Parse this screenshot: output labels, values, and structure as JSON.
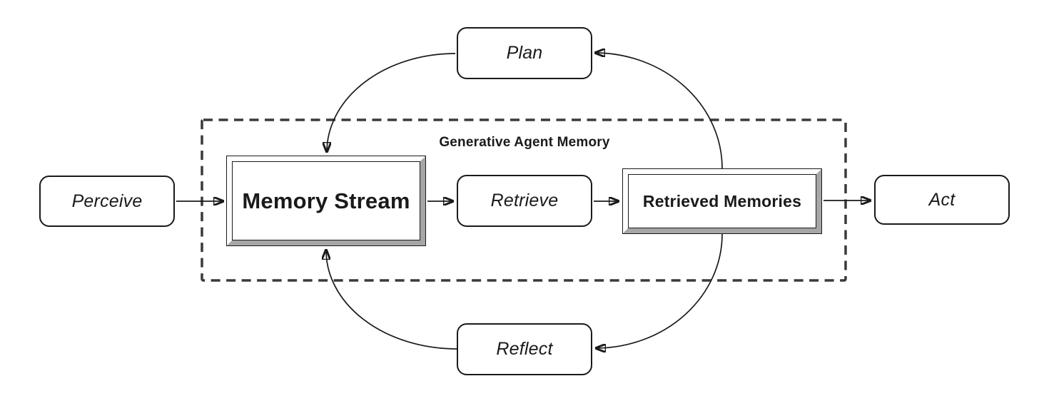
{
  "diagram": {
    "type": "flowchart",
    "group_label": "Generative Agent Memory",
    "nodes": {
      "perceive": {
        "label": "Perceive"
      },
      "memory_stream": {
        "label": "Memory Stream"
      },
      "retrieve": {
        "label": "Retrieve"
      },
      "retrieved_memories": {
        "label": "Retrieved Memories"
      },
      "act": {
        "label": "Act"
      },
      "plan": {
        "label": "Plan"
      },
      "reflect": {
        "label": "Reflect"
      }
    },
    "edges": [
      {
        "from": "perceive",
        "to": "memory_stream"
      },
      {
        "from": "memory_stream",
        "to": "retrieve"
      },
      {
        "from": "retrieve",
        "to": "retrieved_memories"
      },
      {
        "from": "retrieved_memories",
        "to": "act"
      },
      {
        "from": "retrieved_memories",
        "to": "plan"
      },
      {
        "from": "plan",
        "to": "memory_stream"
      },
      {
        "from": "retrieved_memories",
        "to": "reflect"
      },
      {
        "from": "reflect",
        "to": "memory_stream"
      }
    ],
    "colors": {
      "background": "#ffffff",
      "line": "#1a1a1a",
      "dashed_border": "#3a3a3a",
      "bevel_light": "#fdfdfd",
      "bevel_dark": "#a6a6a6"
    }
  }
}
